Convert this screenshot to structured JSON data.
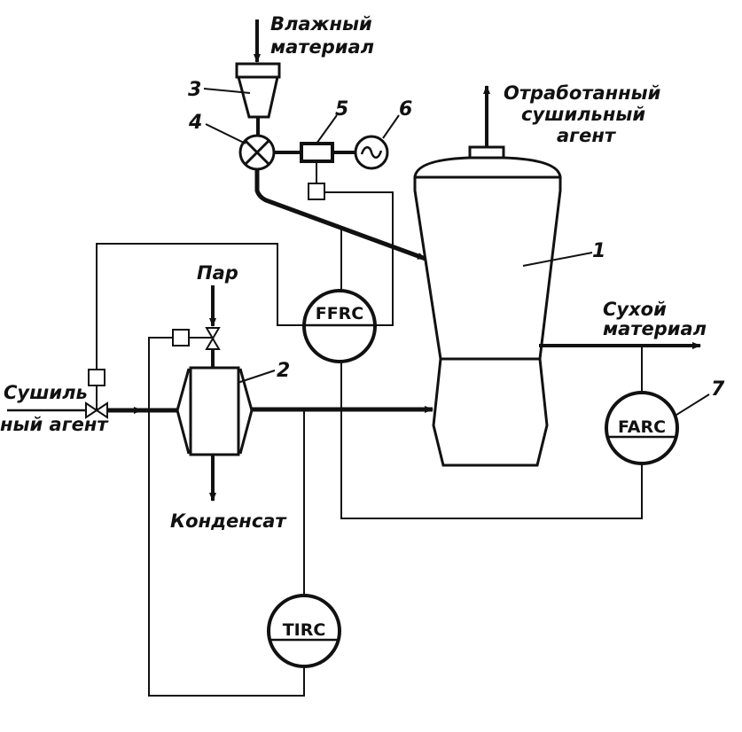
{
  "labels": {
    "wet_material": [
      "Влажный",
      "материал"
    ],
    "exhaust_agent": [
      "Отработанный",
      "сушильный",
      "агент"
    ],
    "dry_material": [
      "Сухой",
      "материал"
    ],
    "steam": "Пар",
    "drying_agent": [
      "Сушиль",
      "ный агент"
    ],
    "condensate": "Конденсат"
  },
  "numbers": {
    "dryer": "1",
    "heater": "2",
    "hopper": "3",
    "feeder": "4",
    "drive": "5",
    "motor": "6",
    "farc": "7"
  },
  "instruments": {
    "ffrc": "FFRC",
    "farc": "FARC",
    "tirc": "TIRC"
  },
  "colors": {
    "ink": "#111111",
    "background": "#ffffff"
  }
}
